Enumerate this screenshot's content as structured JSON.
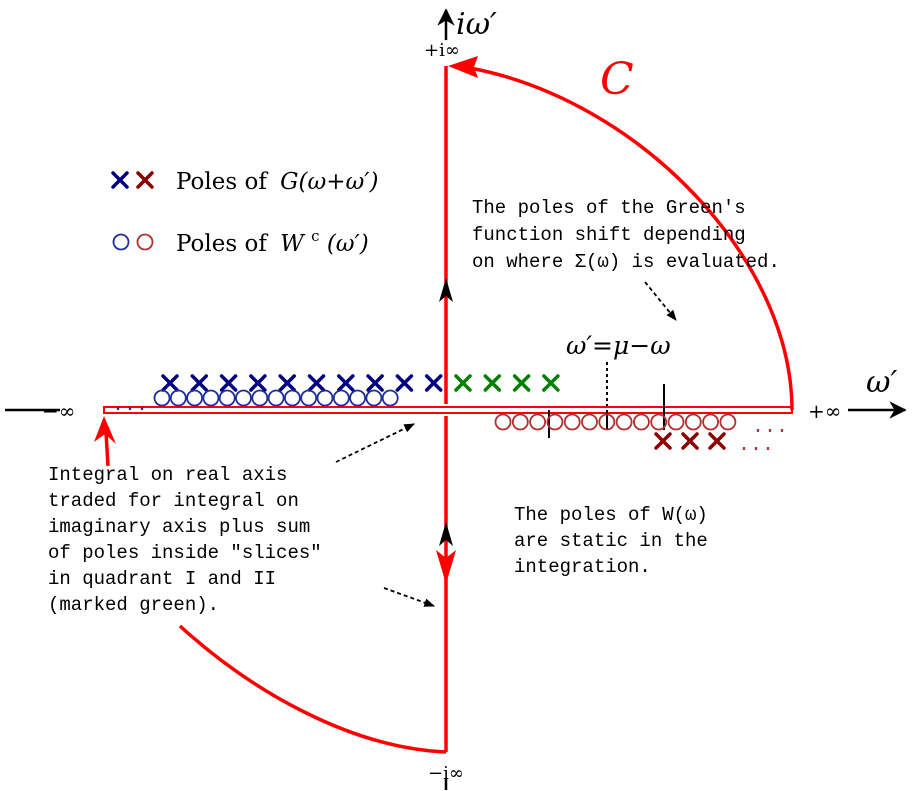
{
  "colors": {
    "contour": "#ff0000",
    "axis": "#000000",
    "pole_blue": "#000080",
    "pole_red": "#8b0000",
    "pole_green": "#007f00",
    "circle_blue": "#1c2f9a",
    "circle_red": "#b03030"
  },
  "axes": {
    "x_label": "ω′",
    "y_label": "iω′",
    "plus_inf_x": "+∞",
    "minus_inf_x": "−∞",
    "plus_i_inf": "+i∞",
    "minus_i_inf": "−i∞"
  },
  "contour": {
    "label": "C"
  },
  "legend": {
    "cross_label_prefix": "Poles of",
    "cross_label_expr": "G(ω+ω′)",
    "circle_label_prefix": "Poles of",
    "circle_label_expr": "W",
    "circle_label_sup": "c",
    "circle_label_arg": "(ω′)"
  },
  "annotations": {
    "green_function_note": [
      "The poles of the Green's",
      "function shift depending",
      "on where Σ(ω) is evaluated."
    ],
    "shift_label": "ω′=μ−ω",
    "integral_note": [
      "Integral on real axis",
      "traded for integral on",
      "imaginary axis plus sum",
      "of poles inside \"slices\"",
      "in quadrant I and II",
      "(marked green)."
    ],
    "static_note": [
      "The poles of W(ω)",
      "are static in the",
      "integration."
    ],
    "ellipsis": "..."
  },
  "poles": {
    "upper_blue_crosses": 10,
    "upper_green_crosses": 4,
    "upper_circles": 15,
    "lower_circles": 14,
    "lower_red_crosses": 3
  }
}
